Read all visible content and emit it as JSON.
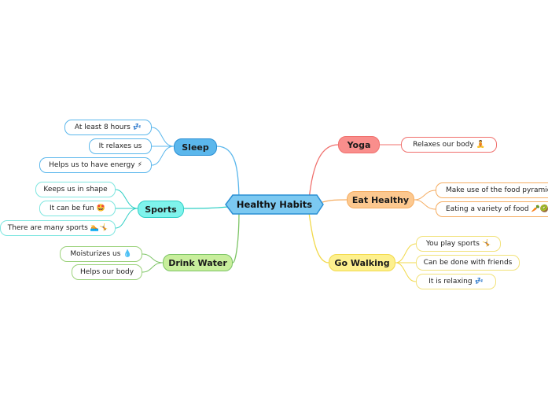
{
  "center": {
    "label": "Healthy Habits",
    "color": "#7cc9f1"
  },
  "branches": {
    "sleep": {
      "label": "Sleep",
      "color": "#5bb7ec",
      "leaves": [
        {
          "text": "At least 8 hours",
          "icon": "💤",
          "icon_name": "zzz-icon"
        },
        {
          "text": "It relaxes us",
          "icon": "",
          "icon_name": ""
        },
        {
          "text": "Helps us to have energy",
          "icon": "⚡",
          "icon_name": "energy-icon"
        }
      ]
    },
    "sports": {
      "label": "Sports",
      "color": "#7ff3ec",
      "leaves": [
        {
          "text": "Keeps us in shape",
          "icon": "",
          "icon_name": ""
        },
        {
          "text": "It can be fun",
          "icon": "🤩",
          "icon_name": "star-eyes-icon"
        },
        {
          "text": "There are many sports",
          "icon": "🏊🤸",
          "icon_name": "sports-icon"
        }
      ]
    },
    "drink_water": {
      "label": "Drink Water",
      "color": "#c8ee9c",
      "leaves": [
        {
          "text": "Moisturizes us",
          "icon": "💧",
          "icon_name": "droplet-icon"
        },
        {
          "text": "Helps our body",
          "icon": "",
          "icon_name": ""
        }
      ]
    },
    "yoga": {
      "label": "Yoga",
      "color": "#f98e8c",
      "leaves": [
        {
          "text": "Relaxes our body",
          "icon": "🧘",
          "icon_name": "yoga-icon"
        }
      ]
    },
    "eat_healthy": {
      "label": "Eat Healthy",
      "color": "#fcc88f",
      "leaves": [
        {
          "text": "Make use of the food pyramid",
          "icon": "",
          "icon_name": ""
        },
        {
          "text": "Eating a variety of food",
          "icon": "🥕🥝",
          "icon_name": "food-icon"
        }
      ]
    },
    "go_walking": {
      "label": "Go Walking",
      "color": "#fdf08e",
      "leaves": [
        {
          "text": "You play sports",
          "icon": "🤸",
          "icon_name": "gymnast-icon"
        },
        {
          "text": "Can be done with friends",
          "icon": "",
          "icon_name": ""
        },
        {
          "text": "It is relaxing",
          "icon": "💤",
          "icon_name": "zzz-icon"
        }
      ]
    }
  }
}
